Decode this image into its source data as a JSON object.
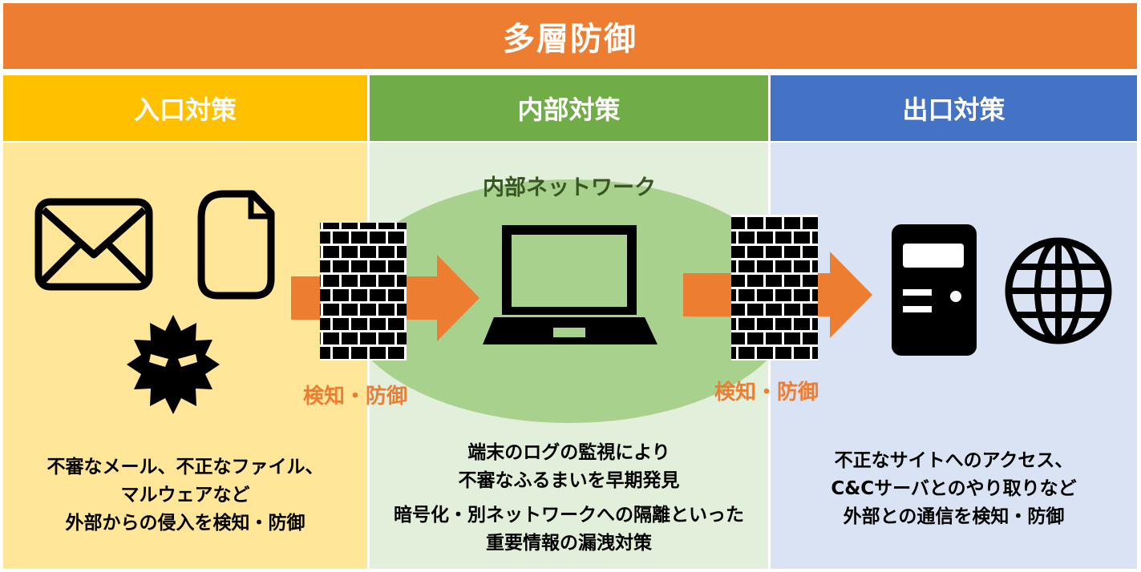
{
  "title": "多層防御",
  "columns": [
    {
      "header": "入口対策",
      "header_color": "#FFC000",
      "bg_color": "#FFE699",
      "desc": [
        "不審なメール、不正なファイル、",
        "マルウェアなど",
        "外部からの侵入を検知・防御"
      ]
    },
    {
      "header": "内部対策",
      "header_color": "#70AD47",
      "bg_color": "#E2EFDA",
      "desc": [
        "端末のログの監視により",
        "不審なふるまいを早期発見"
      ],
      "desc2": [
        "暗号化・別ネットワークへの隔離といった",
        "重要情報の漏洩対策"
      ]
    },
    {
      "header": "出口対策",
      "header_color": "#4472C4",
      "bg_color": "#DAE3F3",
      "desc": [
        "不正なサイトへのアクセス、",
        "C&Cサーバとのやり取りなど",
        "外部との通信を検知・防御"
      ]
    }
  ],
  "network_label": "内部ネットワーク",
  "firewall_labels": [
    "検知・防御",
    "検知・防御"
  ],
  "icons": [
    "mail-icon",
    "file-icon",
    "malware-icon",
    "firewall-icon",
    "laptop-icon",
    "server-icon",
    "globe-icon"
  ],
  "colors": {
    "accent": "#ED7D31",
    "network_ellipse": "#A9D18E",
    "icon": "#000000"
  }
}
